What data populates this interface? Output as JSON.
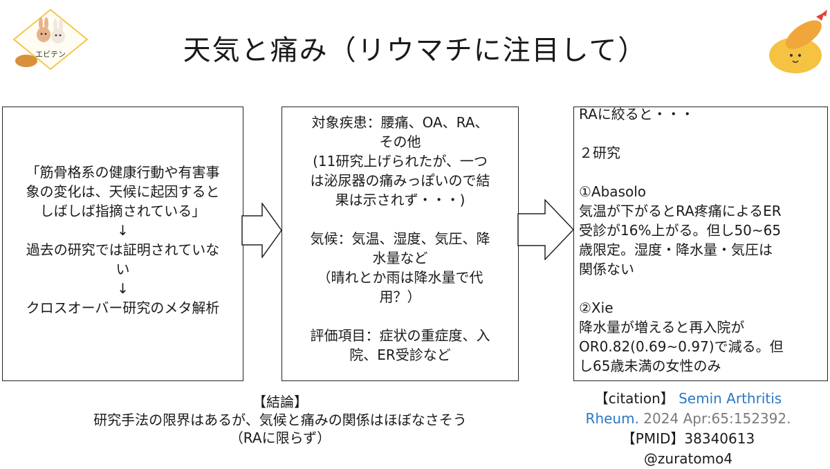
{
  "page": {
    "title": "天気と痛み（リウマチに注目して）",
    "logo_text": "エビテン",
    "icons": {
      "logo": "rabbit-duo-logo",
      "mascot": "fried-shrimp-mascot",
      "arrow": "right-block-arrow"
    }
  },
  "box1": {
    "lines": [
      "「筋骨格系の健康行動や有害事",
      "象の変化は、天候に起因すると",
      "しばしば指摘されている」",
      "↓",
      "過去の研究では証明されていな",
      "い",
      "↓",
      "クロスオーバー研究のメタ解析"
    ]
  },
  "box2": {
    "target_lines": [
      "対象疾患：腰痛、OA、RA、",
      "その他",
      "(11研究上げられたが、一つ",
      "は泌尿器の痛みっぽいので結",
      "果は示されず・・・)"
    ],
    "climate_lines": [
      "気候：気温、湿度、気圧、降",
      "水量など",
      "（晴れとか雨は降水量で代",
      "用？）"
    ],
    "eval_lines": [
      "評価項目：症状の重症度、入",
      "院、ER受診など"
    ]
  },
  "box3": {
    "intro": "RAに絞ると・・・",
    "count": "２研究",
    "study1_title": "①Abasolo",
    "study1_lines": [
      "気温が下がるとRA疼痛によるER",
      "受診が16%上がる。但し50~65",
      "歳限定。湿度・降水量・気圧は",
      "関係ない"
    ],
    "study2_title": "②Xie",
    "study2_lines": [
      "降水量が増えると再入院が",
      "OR0.82(0.69~0.97)で減る。但",
      "し65歳未満の女性のみ"
    ]
  },
  "conclusion": {
    "heading": "【結論】",
    "text": "研究手法の限界はあるが、気候と痛みの関係はほぼなさそう",
    "note": "（RAに限らず）"
  },
  "citation": {
    "label": "【citation】",
    "journal_part1": "Semin Arthritis",
    "journal_part2": "Rheum.",
    "details": " 2024 Apr:65:152392.",
    "pmid_label": "【PMID】",
    "pmid": "38340613",
    "handle": "@zuratomo4"
  },
  "colors": {
    "link": "#2a78c6",
    "muted": "#7a7a7a",
    "logo_border": "#f3c64a",
    "shrimp": "#f5c242"
  }
}
